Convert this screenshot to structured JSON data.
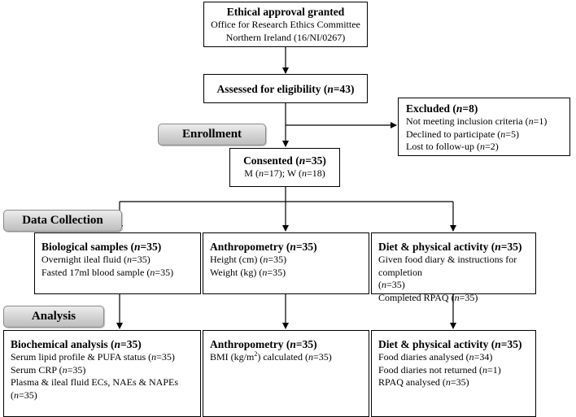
{
  "ethics": {
    "title": "Ethical approval granted",
    "line1": "Office for Research Ethics Committee",
    "line2": "Northern Ireland (16/NI/0267)"
  },
  "eligibility": {
    "title_prefix": "Assessed for eligibility (",
    "n_label": "n",
    "title_suffix": "=43)"
  },
  "excluded": {
    "title_prefix": "Excluded (",
    "n_label": "n",
    "title_suffix": "=8)",
    "items": [
      {
        "text": "Not meeting inclusion criteria (",
        "n_label": "n",
        "value": "=1)"
      },
      {
        "text": "Declined to participate (",
        "n_label": "n",
        "value": "=5)"
      },
      {
        "text": "Lost to follow-up (",
        "n_label": "n",
        "value": "=2)"
      }
    ]
  },
  "stages": {
    "enrollment": "Enrollment",
    "data_collection": "Data Collection",
    "analysis": "Analysis"
  },
  "consented": {
    "title_prefix": "Consented (",
    "n_label": "n",
    "title_suffix": "=35)",
    "sub_m": "M (",
    "sub_m_val": "=17); W (",
    "sub_w_val": "=18)"
  },
  "biological": {
    "title_prefix": "Biological samples (",
    "n_label": "n",
    "title_suffix": "=35)",
    "items": [
      {
        "text": "Overnight ileal fluid (",
        "n_label": "n",
        "value": "=35)"
      },
      {
        "text": "Fasted 17ml blood sample (",
        "n_label": "n",
        "value": "=35)"
      }
    ]
  },
  "anthro1": {
    "title_prefix": "Anthropometry (",
    "n_label": "n",
    "title_suffix": "=35)",
    "items": [
      {
        "text": "Height (cm) (",
        "n_label": "n",
        "value": "=35)"
      },
      {
        "text": "Weight (kg) (",
        "n_label": "n",
        "value": "=35)"
      }
    ]
  },
  "diet1": {
    "title_prefix": "Diet & physical activity (",
    "n_label": "n",
    "title_suffix": "=35)",
    "line1": "Given food diary & instructions for",
    "line2": "completion",
    "line3": "(",
    "line3_n": "n",
    "line3_val": "=35)",
    "line4": "Completed RPAQ (",
    "line4_n": "n",
    "line4_val": "=35)"
  },
  "biochem": {
    "title_prefix": "Biochemical analysis (",
    "n_label": "n",
    "title_suffix": "=35)",
    "items": [
      {
        "text": "Serum lipid profile & PUFA status (",
        "n_label": "n",
        "value": "=35)"
      },
      {
        "text": "Serum CRP (",
        "n_label": "n",
        "value": "=35)"
      },
      {
        "text": "Plasma & ileal fluid ECs, NAEs & NAPEs (",
        "n_label": "n",
        "value": "=35)"
      }
    ]
  },
  "anthro2": {
    "title_prefix": "Anthropometry (",
    "n_label": "n",
    "title_suffix": "=35)",
    "bmi_pre": "BMI (kg/m",
    "bmi_sup": "2",
    "bmi_post": ") calculated (",
    "value": "=35)"
  },
  "diet2": {
    "title_prefix": "Diet & physical activity (",
    "n_label": "n",
    "title_suffix": "=35)",
    "items": [
      {
        "text": "Food diaries analysed (",
        "n_label": "n",
        "value": "=34)"
      },
      {
        "text": "Food diaries not returned (",
        "n_label": "n",
        "value": "=1)"
      },
      {
        "text": "RPAQ analysed (",
        "n_label": "n",
        "value": "=35)"
      }
    ]
  }
}
